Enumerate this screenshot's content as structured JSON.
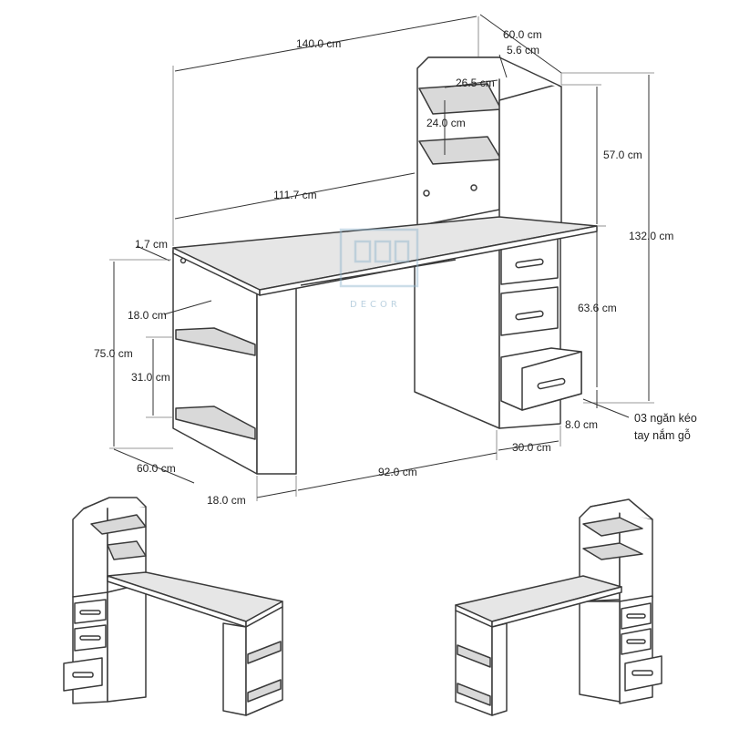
{
  "dimensions": {
    "total_width": "140.0 cm",
    "depth_top": "60.0 cm",
    "hutch_panel": "5.6 cm",
    "hutch_shelf_depth": "26.5 cm",
    "hutch_shelf_gap": "24.0 cm",
    "desk_span": "111.7 cm",
    "hutch_height": "57.0 cm",
    "total_height": "132.0 cm",
    "top_thickness": "1.7 cm",
    "shelf_gap_top": "18.0 cm",
    "desk_height": "75.0 cm",
    "shelf_gap_low": "31.0 cm",
    "drawer_unit_height": "63.6 cm",
    "base_gap": "8.0 cm",
    "depth_side": "60.0 cm",
    "left_unit_width": "18.0 cm",
    "knee_space": "92.0 cm",
    "drawer_unit_width": "30.0 cm"
  },
  "note": {
    "line1": "03 ngăn kéo",
    "line2": "tay nắm gỗ"
  },
  "watermark": {
    "brand_text": "DECOR"
  }
}
